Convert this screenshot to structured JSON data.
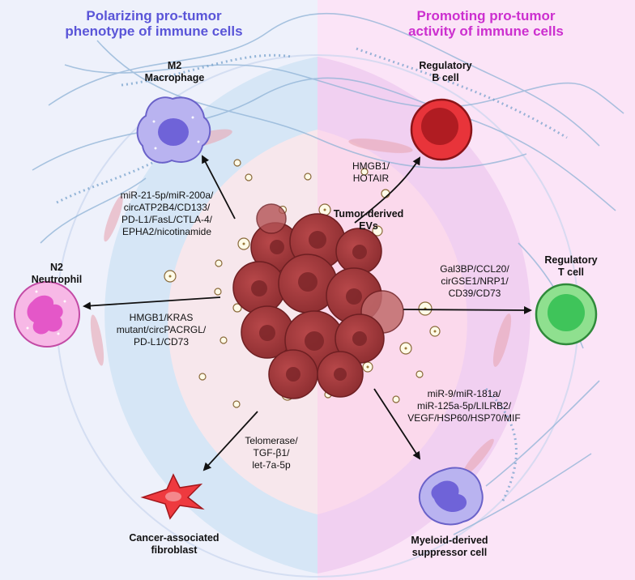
{
  "titles": {
    "left": "Polarizing pro-tumor\nphenotype of immune cells",
    "right": "Promoting pro-tumor\nactivity of immune cells"
  },
  "colors": {
    "left_title": "#5a55d8",
    "right_title": "#cc2fcf",
    "left_bg": "#e9edfb",
    "right_bg": "#f8dcf4",
    "tumor": "#a23a3c",
    "arrow": "#111111"
  },
  "center": {
    "label": "Tumor-derived\nEVs"
  },
  "cells": {
    "m2": "M2\nMacrophage",
    "breg": "Regulatory\nB cell",
    "n2": "N2\nNeutrophil",
    "treg": "Regulatory\nT cell",
    "caf": "Cancer-associated\nfibroblast",
    "mdsc": "Myeloid-derived\nsuppressor cell"
  },
  "mediators": {
    "m2": "miR-21-5p/miR-200a/\ncircATP2B4/CD133/\nPD-L1/FasL/CTLA-4/\nEPHA2/nicotinamide",
    "breg": "HMGB1/\nHOTAIR",
    "n2": "HMGB1/KRAS\nmutant/circPACRGL/\nPD-L1/CD73",
    "treg": "Gal3BP/CCL20/\ncirGSE1/NRP1/\nCD39/CD73",
    "caf": "Telomerase/\nTGF-β1/\nlet-7a-5p",
    "mdsc": "miR-9/miR-181a/\nmiR-125a-5p/LILRB2/\nVEGF/HSP60/HSP70/MIF"
  }
}
